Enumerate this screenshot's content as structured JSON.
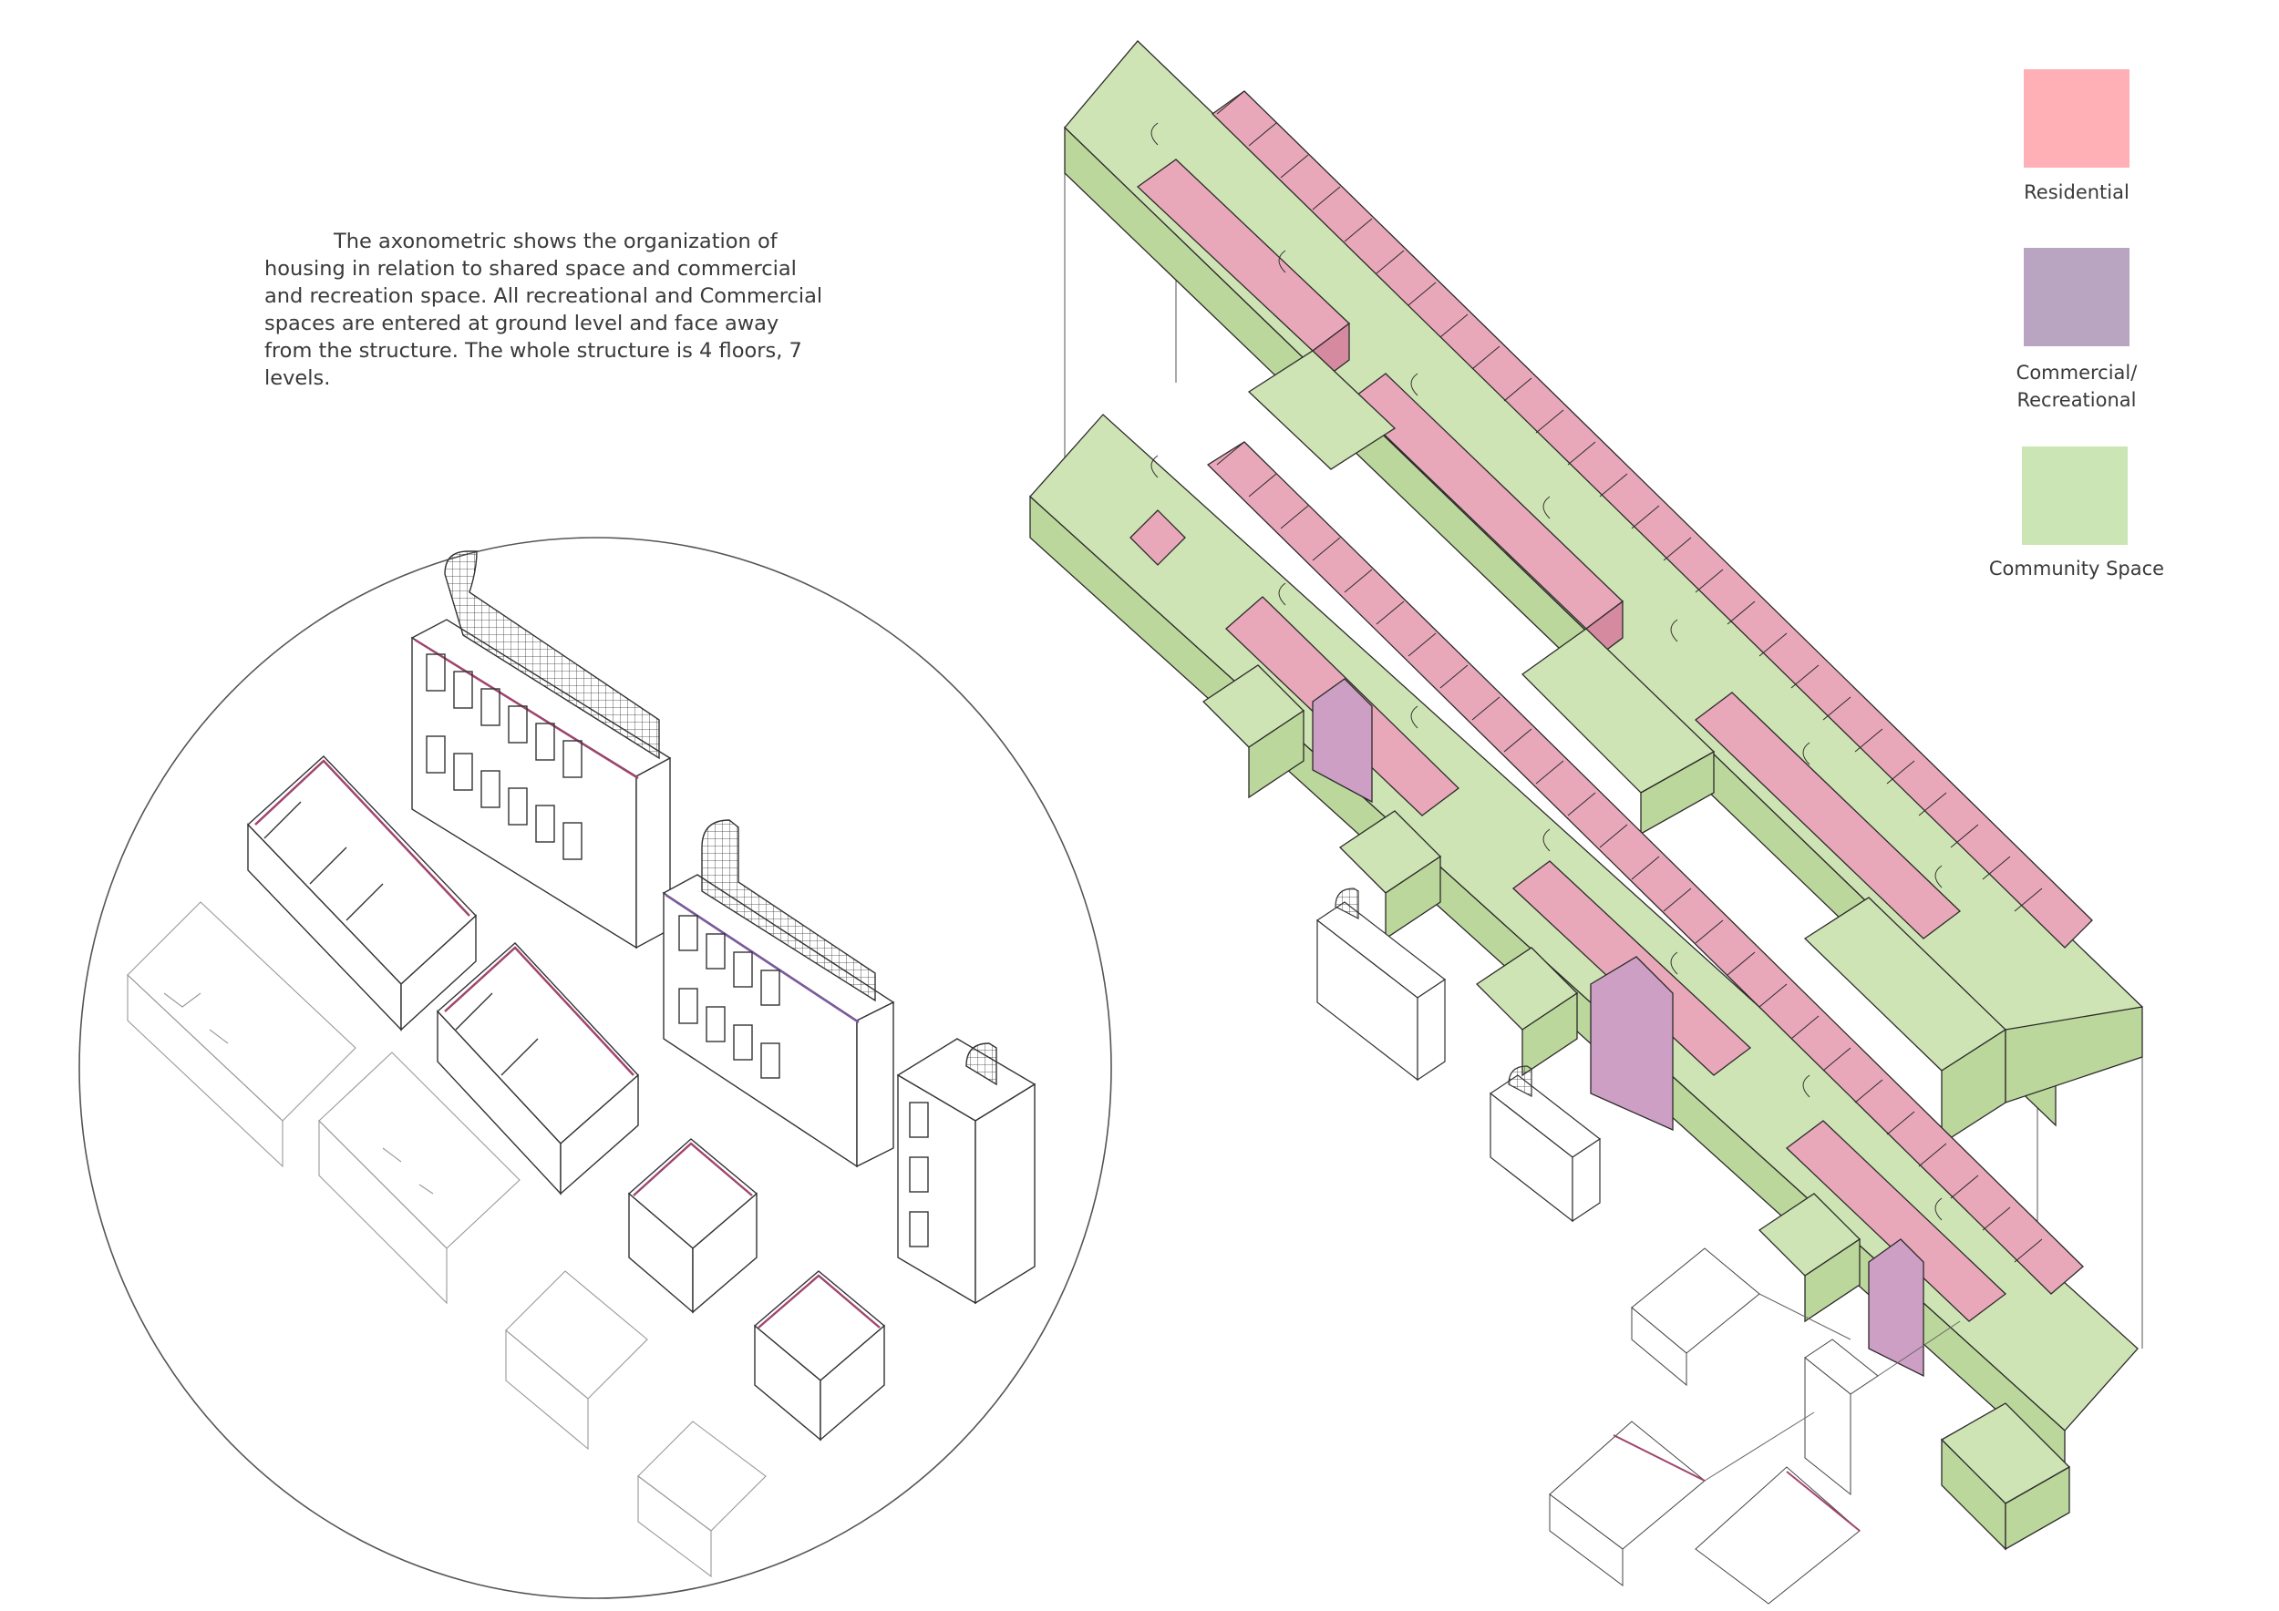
{
  "description": "The axonometric shows the organization of housing in relation to shared space and commercial and recreation space. All recreational and Commercial spaces are entered at ground level and face away from the structure. The whole structure is 4 floors, 7 levels.",
  "legend": [
    {
      "label": "Residential",
      "color": "#ffb0b6"
    },
    {
      "label": "Commercial/\nRecreational",
      "color": "#b9a5c1"
    },
    {
      "label": "Community Space",
      "color": "#cbe5b4"
    }
  ],
  "colors": {
    "residential_top": "#e8a8ba",
    "residential_side": "#d58aa0",
    "commercial": "#cd9fc4",
    "community_top": "#cfe4b4",
    "community_side": "#bcd79c",
    "line": "#2b2b2b",
    "magenta_wall": "#a0456e"
  }
}
